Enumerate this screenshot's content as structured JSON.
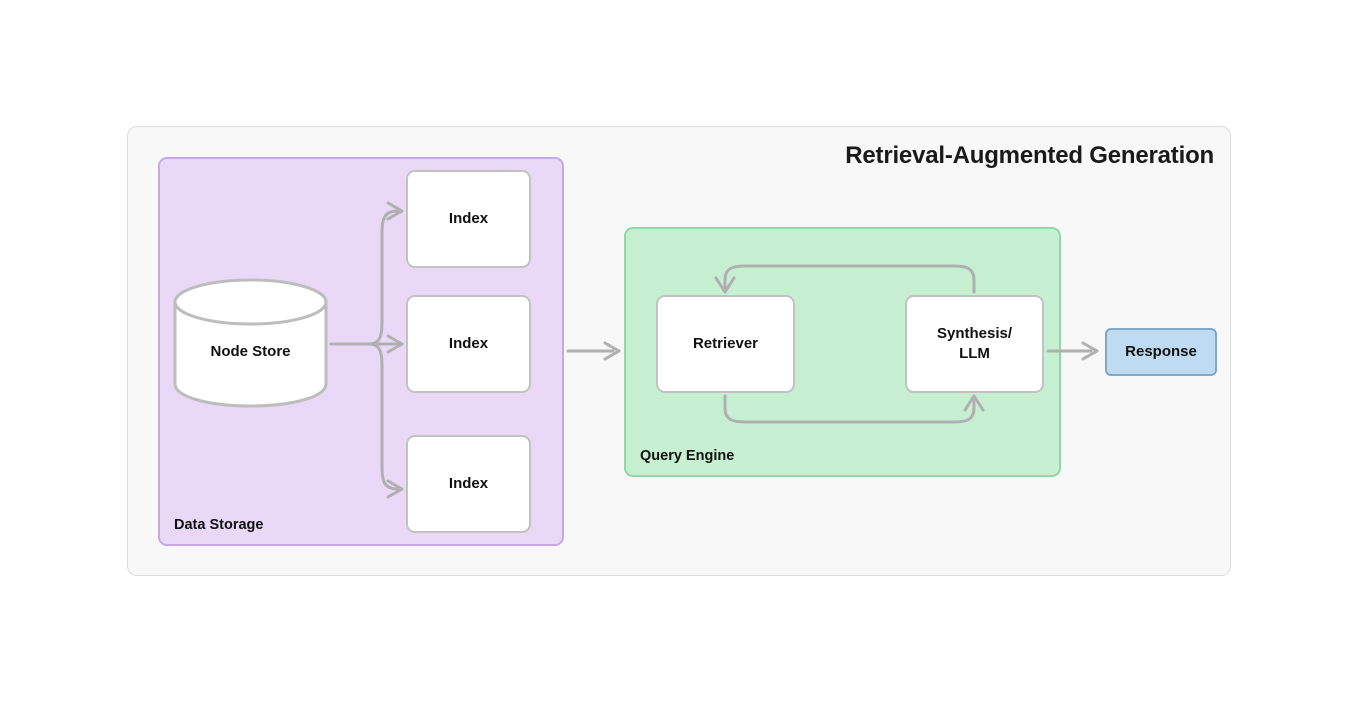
{
  "diagram": {
    "title": "Retrieval-Augmented Generation",
    "groups": {
      "data_storage": {
        "label": "Data Storage",
        "fill": "#e9d9f7",
        "border": "#c7a8e2"
      },
      "query_engine": {
        "label": "Query Engine",
        "fill": "#c7efd1",
        "border": "#94d6a6"
      }
    },
    "nodes": {
      "node_store": {
        "label": "Node Store",
        "shape": "cylinder",
        "fill": "#ffffff",
        "border": "#bdbdbd"
      },
      "index_1": {
        "label": "Index",
        "shape": "rounded-rect",
        "fill": "#ffffff",
        "border": "#c2c2c2"
      },
      "index_2": {
        "label": "Index",
        "shape": "rounded-rect",
        "fill": "#ffffff",
        "border": "#c2c2c2"
      },
      "index_3": {
        "label": "Index",
        "shape": "rounded-rect",
        "fill": "#ffffff",
        "border": "#c2c2c2"
      },
      "retriever": {
        "label": "Retriever",
        "shape": "rounded-rect",
        "fill": "#ffffff",
        "border": "#c2c2c2"
      },
      "synthesis_llm": {
        "label_line1": "Synthesis/",
        "label_line2": "LLM",
        "shape": "rounded-rect",
        "fill": "#ffffff",
        "border": "#c2c2c2"
      },
      "response": {
        "label": "Response",
        "shape": "rounded-rect",
        "fill": "#bedbf2",
        "border": "#7fa8c9"
      }
    },
    "edges": [
      {
        "from": "node_store",
        "to": "index_1",
        "style": "curved-arrow"
      },
      {
        "from": "node_store",
        "to": "index_2",
        "style": "straight-arrow"
      },
      {
        "from": "node_store",
        "to": "index_3",
        "style": "curved-arrow"
      },
      {
        "from": "data_storage",
        "to": "query_engine",
        "style": "straight-arrow"
      },
      {
        "from": "synthesis_llm",
        "to": "retriever",
        "style": "curved-arrow-top"
      },
      {
        "from": "retriever",
        "to": "synthesis_llm",
        "style": "curved-arrow-bottom"
      },
      {
        "from": "synthesis_llm",
        "to": "response",
        "style": "straight-arrow"
      }
    ],
    "colors": {
      "canvas": "#ffffff",
      "frame_fill": "#f8f8f8",
      "frame_border": "#dcdcdc",
      "connector": "#b0b0b0",
      "text": "#111111"
    }
  }
}
